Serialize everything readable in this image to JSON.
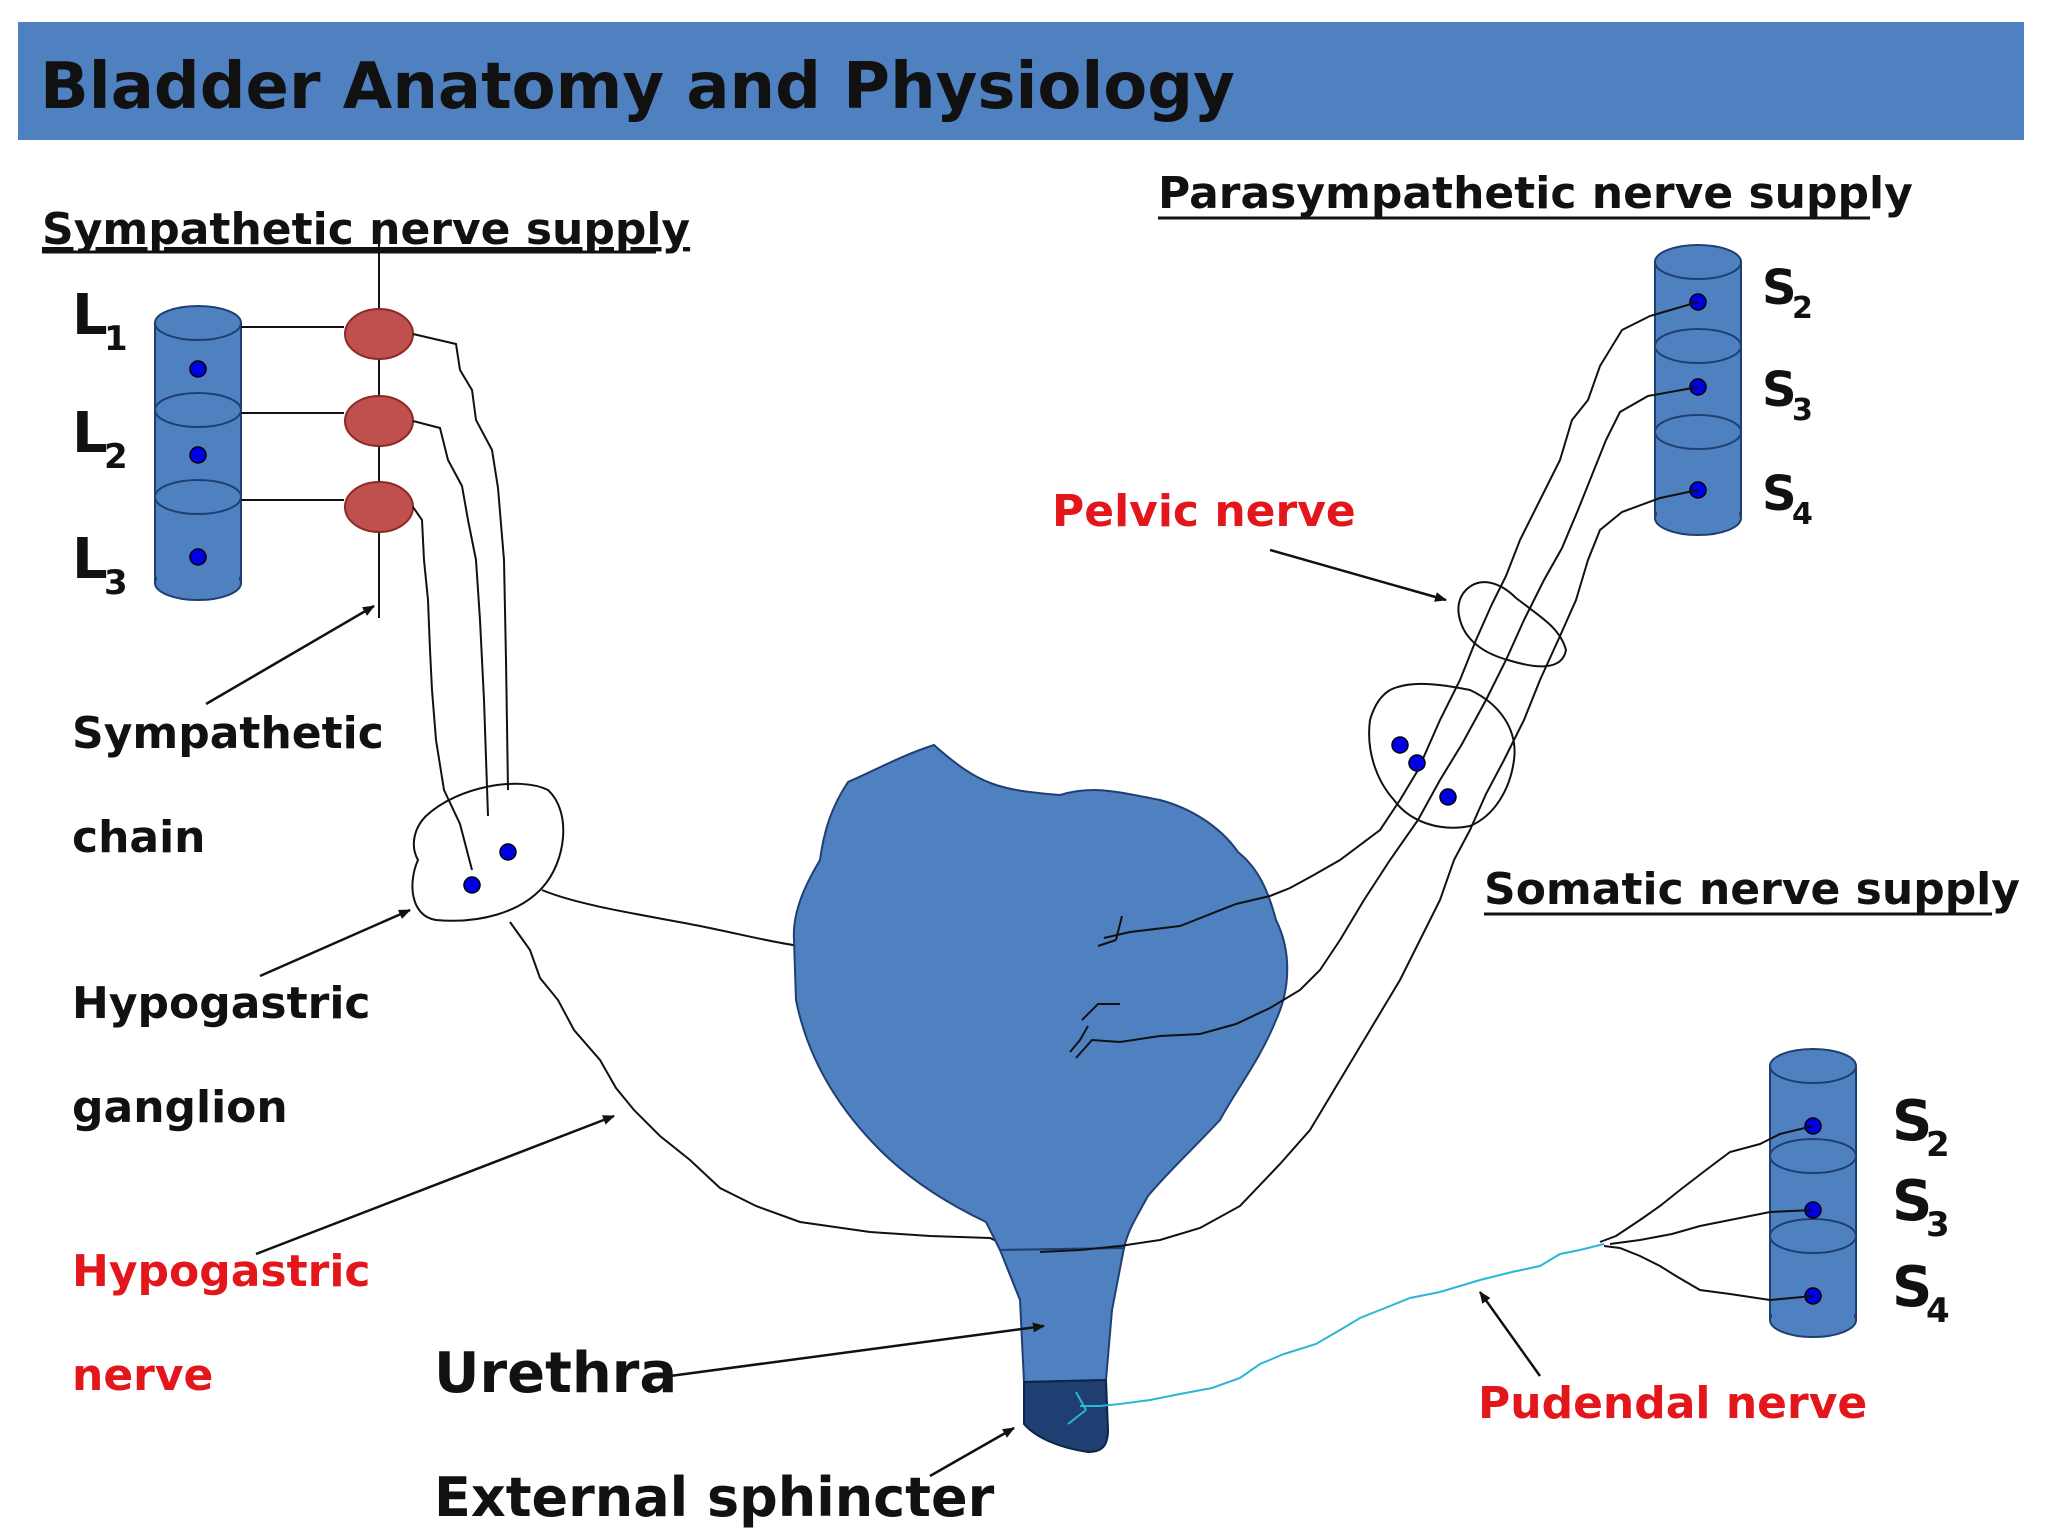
{
  "title": "Bladder Anatomy and Physiology",
  "colors": {
    "title_bar": "#4F81C1",
    "structure_blue": "#4F81C1",
    "sphincter_dark": "#1F3F73",
    "ganglion_red": "#C0504D",
    "nucleus_dot": "#0000E6",
    "label_red": "#E3161B",
    "pudendal_line": "#2BB6D6",
    "text": "#111111"
  },
  "headings": {
    "sympathetic": "Sympathetic nerve supply",
    "parasympathetic": "Parasympathetic nerve supply",
    "somatic": "Somatic nerve supply"
  },
  "segments": {
    "lumbar": [
      {
        "letter": "L",
        "sub": "1"
      },
      {
        "letter": "L",
        "sub": "2"
      },
      {
        "letter": "L",
        "sub": "3"
      }
    ],
    "sacral_parasympathetic": [
      {
        "letter": "S",
        "sub": "2"
      },
      {
        "letter": "S",
        "sub": "3"
      },
      {
        "letter": "S",
        "sub": "4"
      }
    ],
    "sacral_somatic": [
      {
        "letter": "S",
        "sub": "2"
      },
      {
        "letter": "S",
        "sub": "3"
      },
      {
        "letter": "S",
        "sub": "4"
      }
    ]
  },
  "labels": {
    "sympathetic_chain_line1": "Sympathetic",
    "sympathetic_chain_line2": "chain",
    "hypogastric_ganglion_line1": "Hypogastric",
    "hypogastric_ganglion_line2": "ganglion",
    "hypogastric_nerve_line1": "Hypogastric",
    "hypogastric_nerve_line2": "nerve",
    "pelvic_nerve": "Pelvic nerve",
    "pudendal_nerve": "Pudendal nerve",
    "urethra": "Urethra",
    "external_sphincter": "External sphincter"
  },
  "icons": {
    "spinal_segment": "cylinder-segment-icon",
    "ganglion": "ellipse-ganglion-icon",
    "arrow": "arrow-pointer-icon"
  }
}
